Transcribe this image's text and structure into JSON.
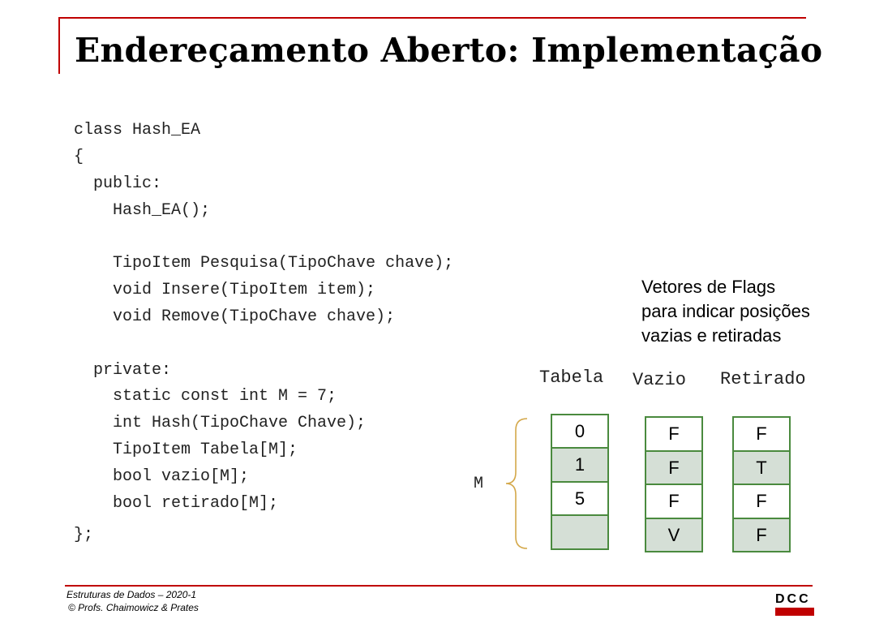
{
  "slide": {
    "title": "Endereçamento Aberto: Implementação"
  },
  "code": {
    "lines": [
      "class Hash_EA",
      "{",
      "  public:",
      "    Hash_EA();",
      "    TipoItem Pesquisa(TipoChave chave);",
      "    void Insere(TipoItem item);",
      "    void Remove(TipoChave chave);",
      "  private:",
      "    static const int M = 7;",
      "    int Hash(TipoChave Chave);",
      "    TipoItem Tabela[M];",
      "    bool vazio[M];",
      "    bool retirado[M];",
      "};"
    ]
  },
  "note": {
    "lines": [
      "Vetores de Flags",
      "para indicar posições",
      "vazias e retiradas"
    ]
  },
  "arrays": {
    "tabela": {
      "header": "Tabela",
      "cells": [
        "0",
        "1",
        "5",
        ""
      ]
    },
    "vazio": {
      "header": "Vazio",
      "cells": [
        "F",
        "F",
        "F",
        "V"
      ]
    },
    "retirado": {
      "header": "Retirado",
      "cells": [
        "F",
        "T",
        "F",
        "F"
      ]
    },
    "m_label": "M"
  },
  "footer": {
    "course": "Estruturas de Dados – 2020-1",
    "authors": "© Profs. Chaimowicz & Prates",
    "logo": "DCC"
  },
  "colors": {
    "accent": "#c00000",
    "cell_border": "#4a8a3e",
    "cell_fill": "#d5dfd6",
    "brace": "#d4a84a"
  }
}
